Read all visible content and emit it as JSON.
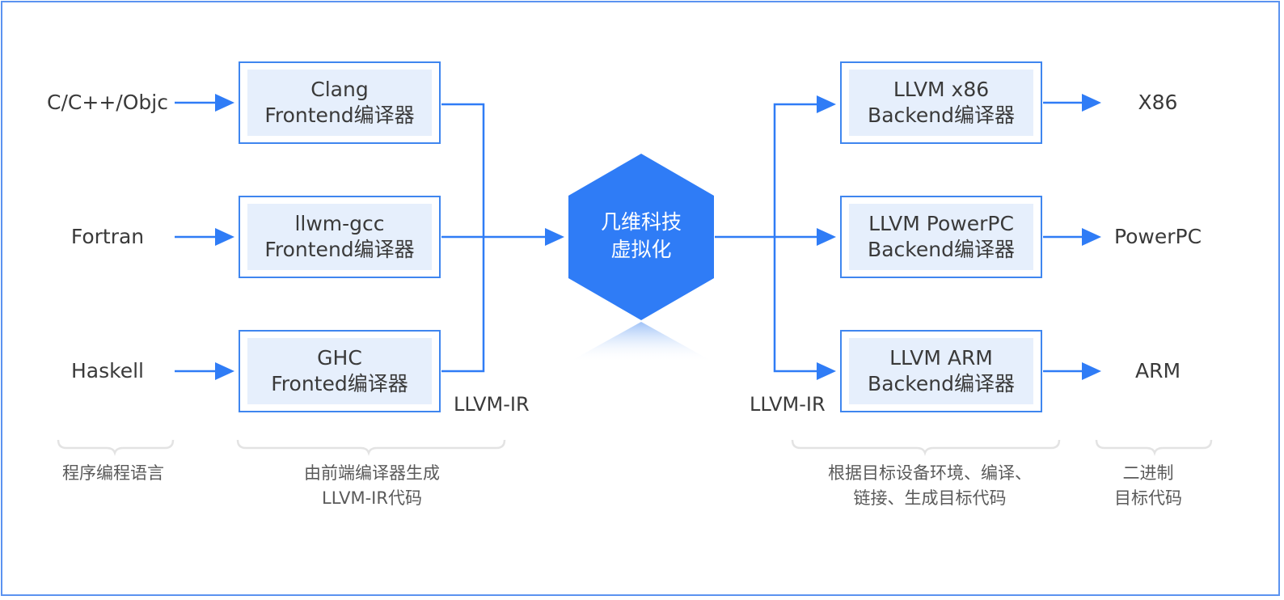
{
  "languages": [
    "C/C++/Objc",
    "Fortran",
    "Haskell"
  ],
  "frontends": [
    {
      "line1": "Clang",
      "line2": "Frontend编译器"
    },
    {
      "line1": "llwm-gcc",
      "line2": "Frontend编译器"
    },
    {
      "line1": "GHC",
      "line2": "Fronted编译器"
    }
  ],
  "ir_left": "LLVM-IR",
  "ir_right": "LLVM-IR",
  "center": {
    "line1": "几维科技",
    "line2": "虚拟化"
  },
  "backends": [
    {
      "line1": "LLVM x86",
      "line2": "Backend编译器"
    },
    {
      "line1": "LLVM PowerPC",
      "line2": "Backend编译器"
    },
    {
      "line1": "LLVM ARM",
      "line2": "Backend编译器"
    }
  ],
  "targets": [
    "X86",
    "PowerPC",
    "ARM"
  ],
  "captions": {
    "languages": "程序编程语言",
    "frontend": [
      "由前端编译器生成",
      "LLVM-IR代码"
    ],
    "backend": [
      "根据目标设备环境、编译、",
      "链接、生成目标代码"
    ],
    "binary": [
      "二进制",
      "目标代码"
    ]
  },
  "colors": {
    "accent": "#2f7cf6",
    "box_border": "#3f86ef",
    "box_fill": "#e6effc",
    "frame": "#5b93f0"
  }
}
